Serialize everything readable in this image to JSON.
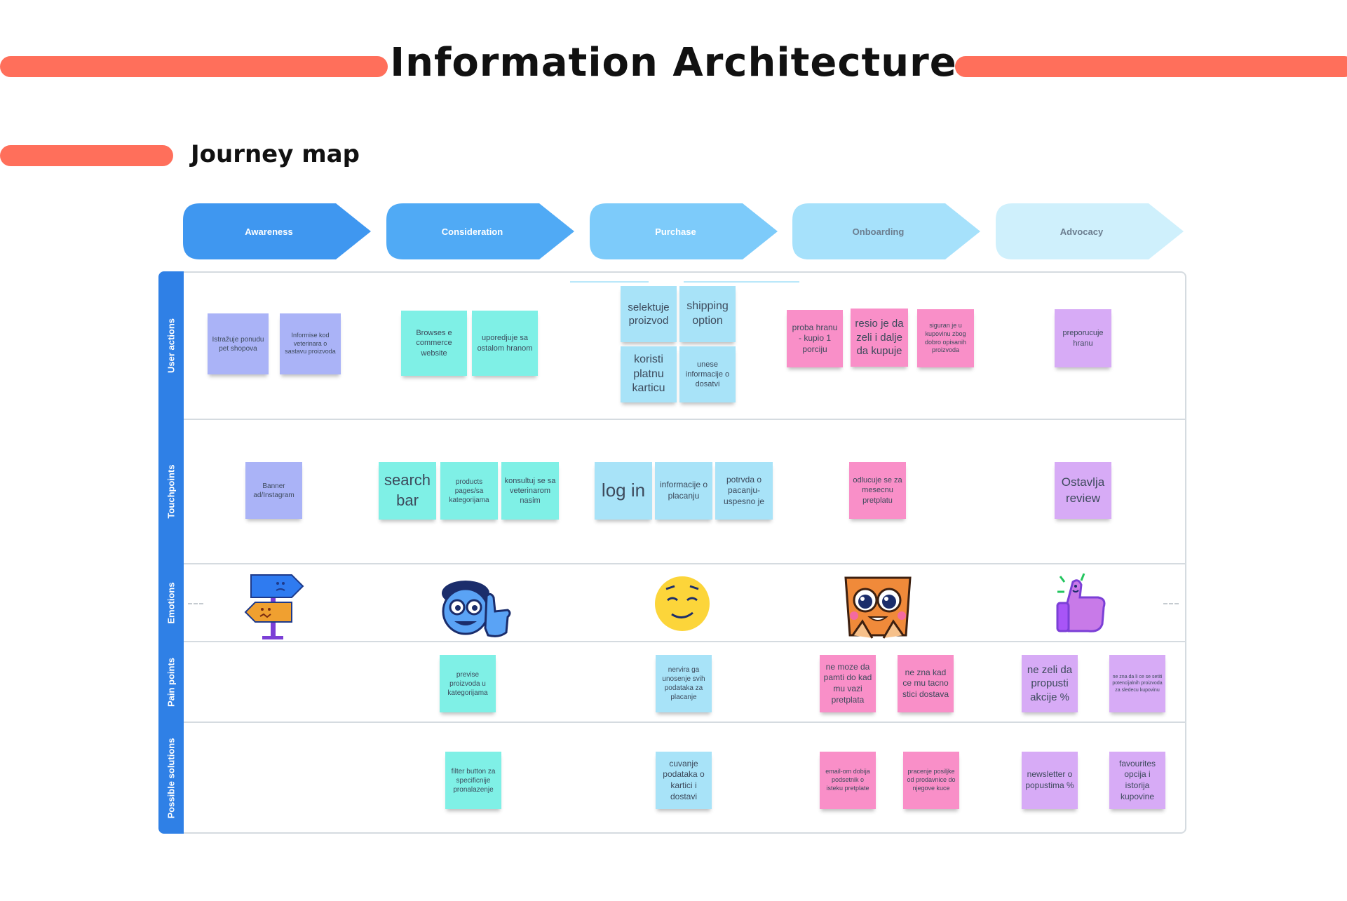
{
  "header": {
    "title": "Information Architecture",
    "subtitle": "Journey map"
  },
  "stages": [
    "Awareness",
    "Consideration",
    "Purchase",
    "Onboarding",
    "Advocacy"
  ],
  "stage_colors": [
    "#3f97f0",
    "#50aaf5",
    "#7dcbfa",
    "#a6e1fb",
    "#cff0fc"
  ],
  "lanes": [
    "User actions",
    "Touchpoints",
    "Emotions",
    "Pain points",
    "Possible solutions"
  ],
  "notes": {
    "ua_awareness": [
      "Istražuje ponudu pet shopova",
      "Informise kod veterinara o sastavu proizvoda"
    ],
    "ua_consideration": [
      "Browses e commerce website",
      "uporedjuje sa ostalom hranom"
    ],
    "ua_purchase": [
      "selektuje proizvod",
      "shipping option",
      "koristi platnu karticu",
      "unese informacije o dosatvi"
    ],
    "ua_onboarding": [
      "proba hranu - kupio 1 porciju",
      "resio je da zeli i dalje da kupuje",
      "siguran je u kupovinu zbog dobro opisanih proizvoda"
    ],
    "ua_advocacy": [
      "preporucuje hranu"
    ],
    "tp_awareness": [
      "Banner ad/Instagram"
    ],
    "tp_consideration": [
      "search bar",
      "products pages/sa kategorijama",
      "konsultuj se sa veterinarom nasim"
    ],
    "tp_purchase": [
      "log in",
      "informacije o placanju",
      "potrvda o pacanju- uspesno je"
    ],
    "tp_onboarding": [
      "odlucuje se za mesecnu pretplatu"
    ],
    "tp_advocacy": [
      "Ostavlja review"
    ],
    "pp_consideration": [
      "previse proizvoda u kategorijama"
    ],
    "pp_purchase": [
      "nervira ga unosenje svih podataka za placanje"
    ],
    "pp_onboarding": [
      "ne moze da pamti do kad mu vazi pretplata",
      "ne zna kad ce mu tacno stici dostava"
    ],
    "pp_advocacy": [
      "ne zeli da propusti akcije %",
      "ne zna da li ce se setiti potencijalnih proizvoda za sledecu kupovinu"
    ],
    "ps_consideration": [
      "filter button za specificnije pronalazenje"
    ],
    "ps_purchase": [
      "cuvanje podataka o kartici i dostavi"
    ],
    "ps_onboarding": [
      "email-om dobija podsetnik o isteku pretplate",
      "pracenje posiljke od prodavnice do njegove kuce"
    ],
    "ps_advocacy": [
      "newsletter o popustima %",
      "favourites opcija i istorija kupovine"
    ]
  },
  "emotions": [
    "signpost-confused-icon",
    "thinking-person-icon",
    "content-smiley-icon",
    "excited-cookie-icon",
    "thumbs-up-icon"
  ]
}
